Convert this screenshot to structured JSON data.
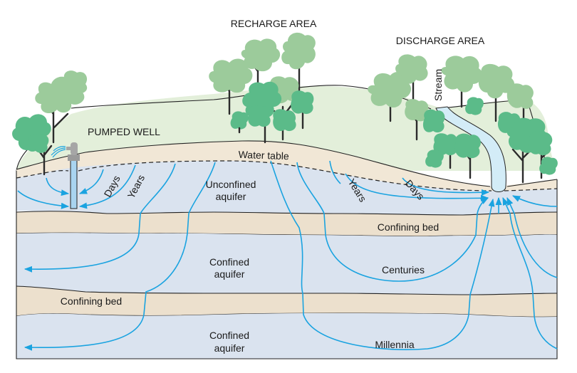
{
  "diagram": {
    "title_labels": {
      "recharge_area": "RECHARGE AREA",
      "discharge_area": "DISCHARGE AREA",
      "pumped_well": "PUMPED WELL",
      "stream": "Stream",
      "water_table": "Water table"
    },
    "layers": {
      "unconfined_aquifer": [
        "Unconfined",
        "aquifer"
      ],
      "confining_bed_upper": "Confining bed",
      "confined_aquifer_upper": [
        "Confined",
        "aquifer"
      ],
      "confining_bed_lower": "Confining bed",
      "confined_aquifer_lower": [
        "Confined",
        "aquifer"
      ]
    },
    "flow_times": {
      "well_days": "Days",
      "well_years": "Years",
      "stream_years": "Years",
      "stream_days": "Days",
      "centuries": "Centuries",
      "millennia": "Millennia"
    },
    "colors": {
      "flow_line": "#1aa3e0",
      "aquifer": "#dae3ef",
      "confining_bed": "#ece0cd",
      "land_surface": "#e3efda",
      "unsaturated_zone": "#f1e7d6",
      "stream_water": "#d3ecf7",
      "tree_light": "#9ccb9b",
      "tree_dark": "#5bbb89"
    }
  }
}
